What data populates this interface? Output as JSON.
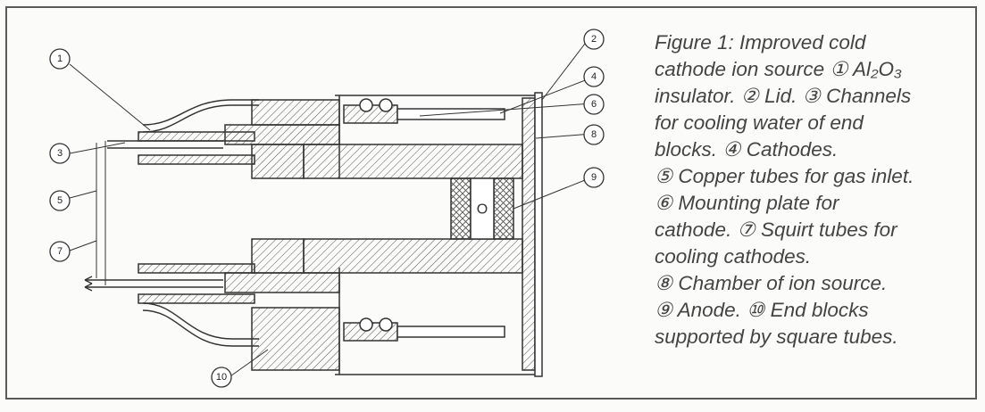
{
  "figure": {
    "callouts": [
      "1",
      "2",
      "3",
      "4",
      "5",
      "6",
      "7",
      "8",
      "9",
      "10"
    ],
    "anode_mark": "O",
    "caption_lines": [
      "Figure 1: Improved cold",
      "cathode ion source ① Al₂O₃",
      "insulator. ② Lid. ③ Channels",
      "for cooling water of end",
      "blocks. ④ Cathodes.",
      "⑤ Copper tubes for gas inlet.",
      "⑥ Mounting plate for",
      "cathode. ⑦ Squirt tubes for",
      "cooling cathodes.",
      "⑧ Chamber of ion source.",
      "⑨ Anode. ⑩ End blocks",
      "supported by square tubes."
    ]
  }
}
